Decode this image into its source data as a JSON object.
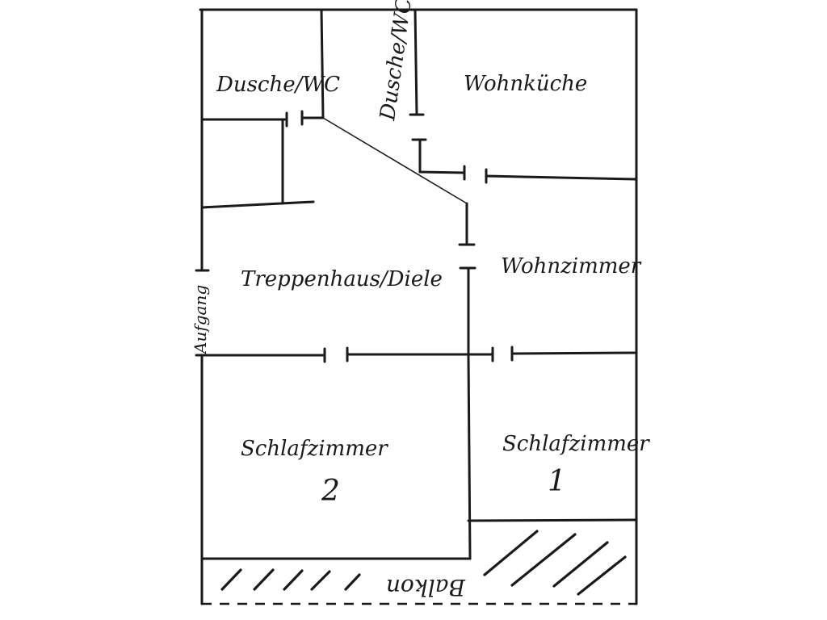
{
  "rooms": {
    "dusche_wc_left": "Dusche/WC",
    "dusche_wc_mid": "Dusche/WC",
    "wohnkueche": "Wohnküche",
    "wohnzimmer": "Wohnzimmer",
    "treppenhaus": "Treppenhaus/Diele",
    "schlafzimmer_2": "Schlafzimmer",
    "schlafzimmer_2_num": "2",
    "schlafzimmer_1": "Schlafzimmer",
    "schlafzimmer_1_num": "1"
  },
  "labels": {
    "aufgang": "Aufgang",
    "balkon": "Balkon"
  }
}
